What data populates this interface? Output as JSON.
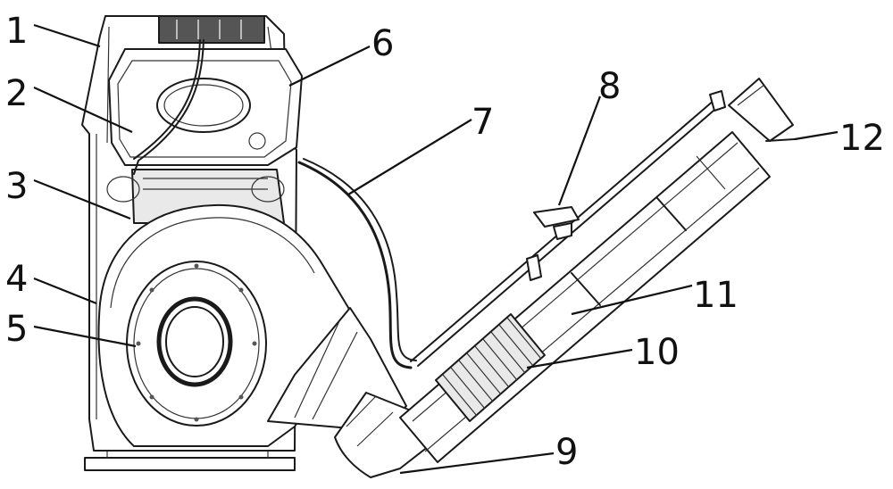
{
  "labels": [
    {
      "id": "l1",
      "text": "1"
    },
    {
      "id": "l2",
      "text": "2"
    },
    {
      "id": "l3",
      "text": "3"
    },
    {
      "id": "l4",
      "text": "4"
    },
    {
      "id": "l5",
      "text": "5"
    },
    {
      "id": "l6",
      "text": "6"
    },
    {
      "id": "l7",
      "text": "7"
    },
    {
      "id": "l8",
      "text": "8"
    },
    {
      "id": "l9",
      "text": "9"
    },
    {
      "id": "l10",
      "text": "10"
    },
    {
      "id": "l11",
      "text": "11"
    },
    {
      "id": "l12",
      "text": "12"
    }
  ]
}
